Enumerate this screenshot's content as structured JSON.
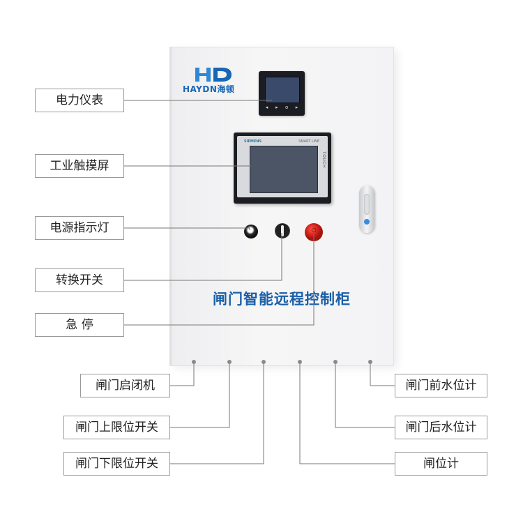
{
  "logo": {
    "text": "HAYDN海顿",
    "mark": "HD",
    "color": "#1766b5"
  },
  "hmi": {
    "brand": "SIEMENS",
    "model": "SMART LINE",
    "side_text": "TOUCH"
  },
  "meter": {
    "keys": [
      "◂",
      "▸",
      "o",
      "▸"
    ]
  },
  "cabinet_title": "闸门智能远程控制柜",
  "labels_left": [
    {
      "id": "power-meter",
      "text": "电力仪表"
    },
    {
      "id": "touch-screen",
      "text": "工业触摸屏"
    },
    {
      "id": "power-lamp",
      "text": "电源指示灯"
    },
    {
      "id": "selector-switch",
      "text": "转换开关"
    },
    {
      "id": "emergency-stop",
      "text": "急 停"
    }
  ],
  "labels_bottom": [
    {
      "id": "gate-hoist",
      "text": "闸门启闭机"
    },
    {
      "id": "gate-upper-limit",
      "text": "闸门上限位开关"
    },
    {
      "id": "gate-lower-limit",
      "text": "闸门下限位开关"
    },
    {
      "id": "front-water-level",
      "text": "闸门前水位计"
    },
    {
      "id": "rear-water-level",
      "text": "闸门后水位计"
    },
    {
      "id": "gate-position",
      "text": "闸位计"
    }
  ],
  "colors": {
    "title": "#1a5fa8",
    "leader": "#777777",
    "estop": "#d6221a"
  }
}
